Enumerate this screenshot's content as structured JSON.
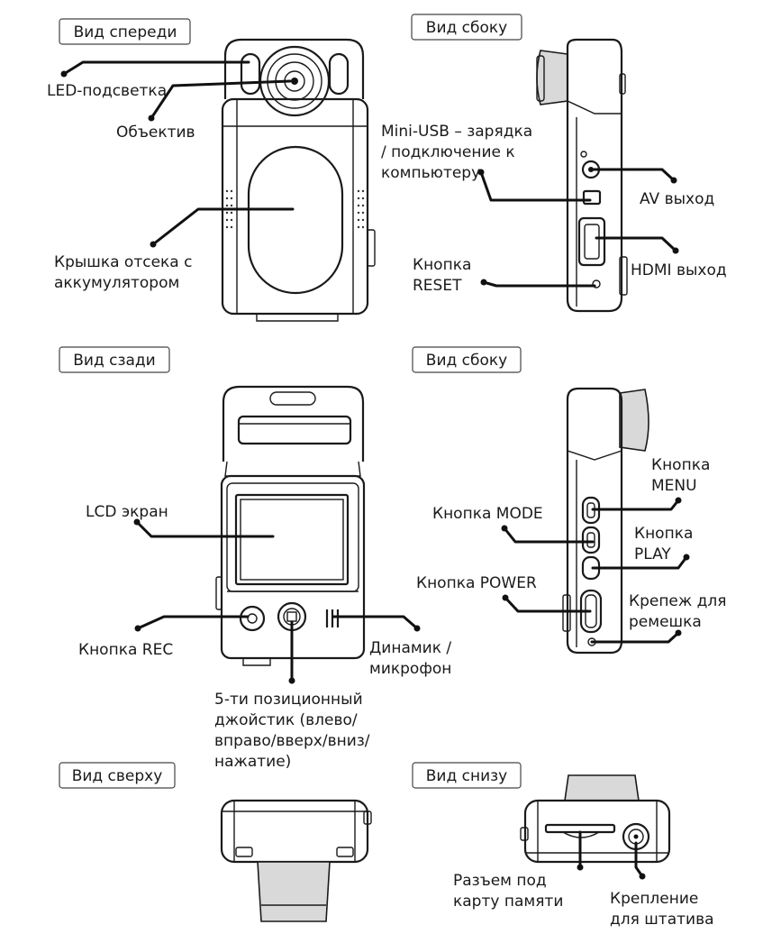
{
  "views": {
    "front": "Вид спереди",
    "side1": "Вид сбоку",
    "back": "Вид сзади",
    "side2": "Вид сбоку",
    "top": "Вид сверху",
    "bottom": "Вид снизу"
  },
  "labels": {
    "led": "LED-подсветка",
    "lens": "Объектив",
    "battery_1": "Крышка отсека с",
    "battery_2": "аккумулятором",
    "miniusb_1": "Mini-USB – зарядка",
    "miniusb_2": "/ подключение к",
    "miniusb_3": "компьютеру",
    "av": "AV выход",
    "hdmi": "HDMI выход",
    "reset_1": "Кнопка",
    "reset_2": "RESET",
    "lcd": "LCD экран",
    "rec": "Кнопка REC",
    "speaker_1": "Динамик /",
    "speaker_2": "микрофон",
    "joy_1": "5-ти позиционный",
    "joy_2": "джойстик (влево/",
    "joy_3": "вправо/вверх/вниз/",
    "joy_4": "нажатие)",
    "menu_1": "Кнопка",
    "menu_2": "MENU",
    "mode": "Кнопка MODE",
    "play_1": "Кнопка",
    "play_2": "PLAY",
    "power": "Кнопка POWER",
    "strap_1": "Крепеж для",
    "strap_2": "ремешка",
    "card_1": "Разъем под",
    "card_2": "карту памяти",
    "tripod_1": "Крепление",
    "tripod_2": "для штатива"
  }
}
